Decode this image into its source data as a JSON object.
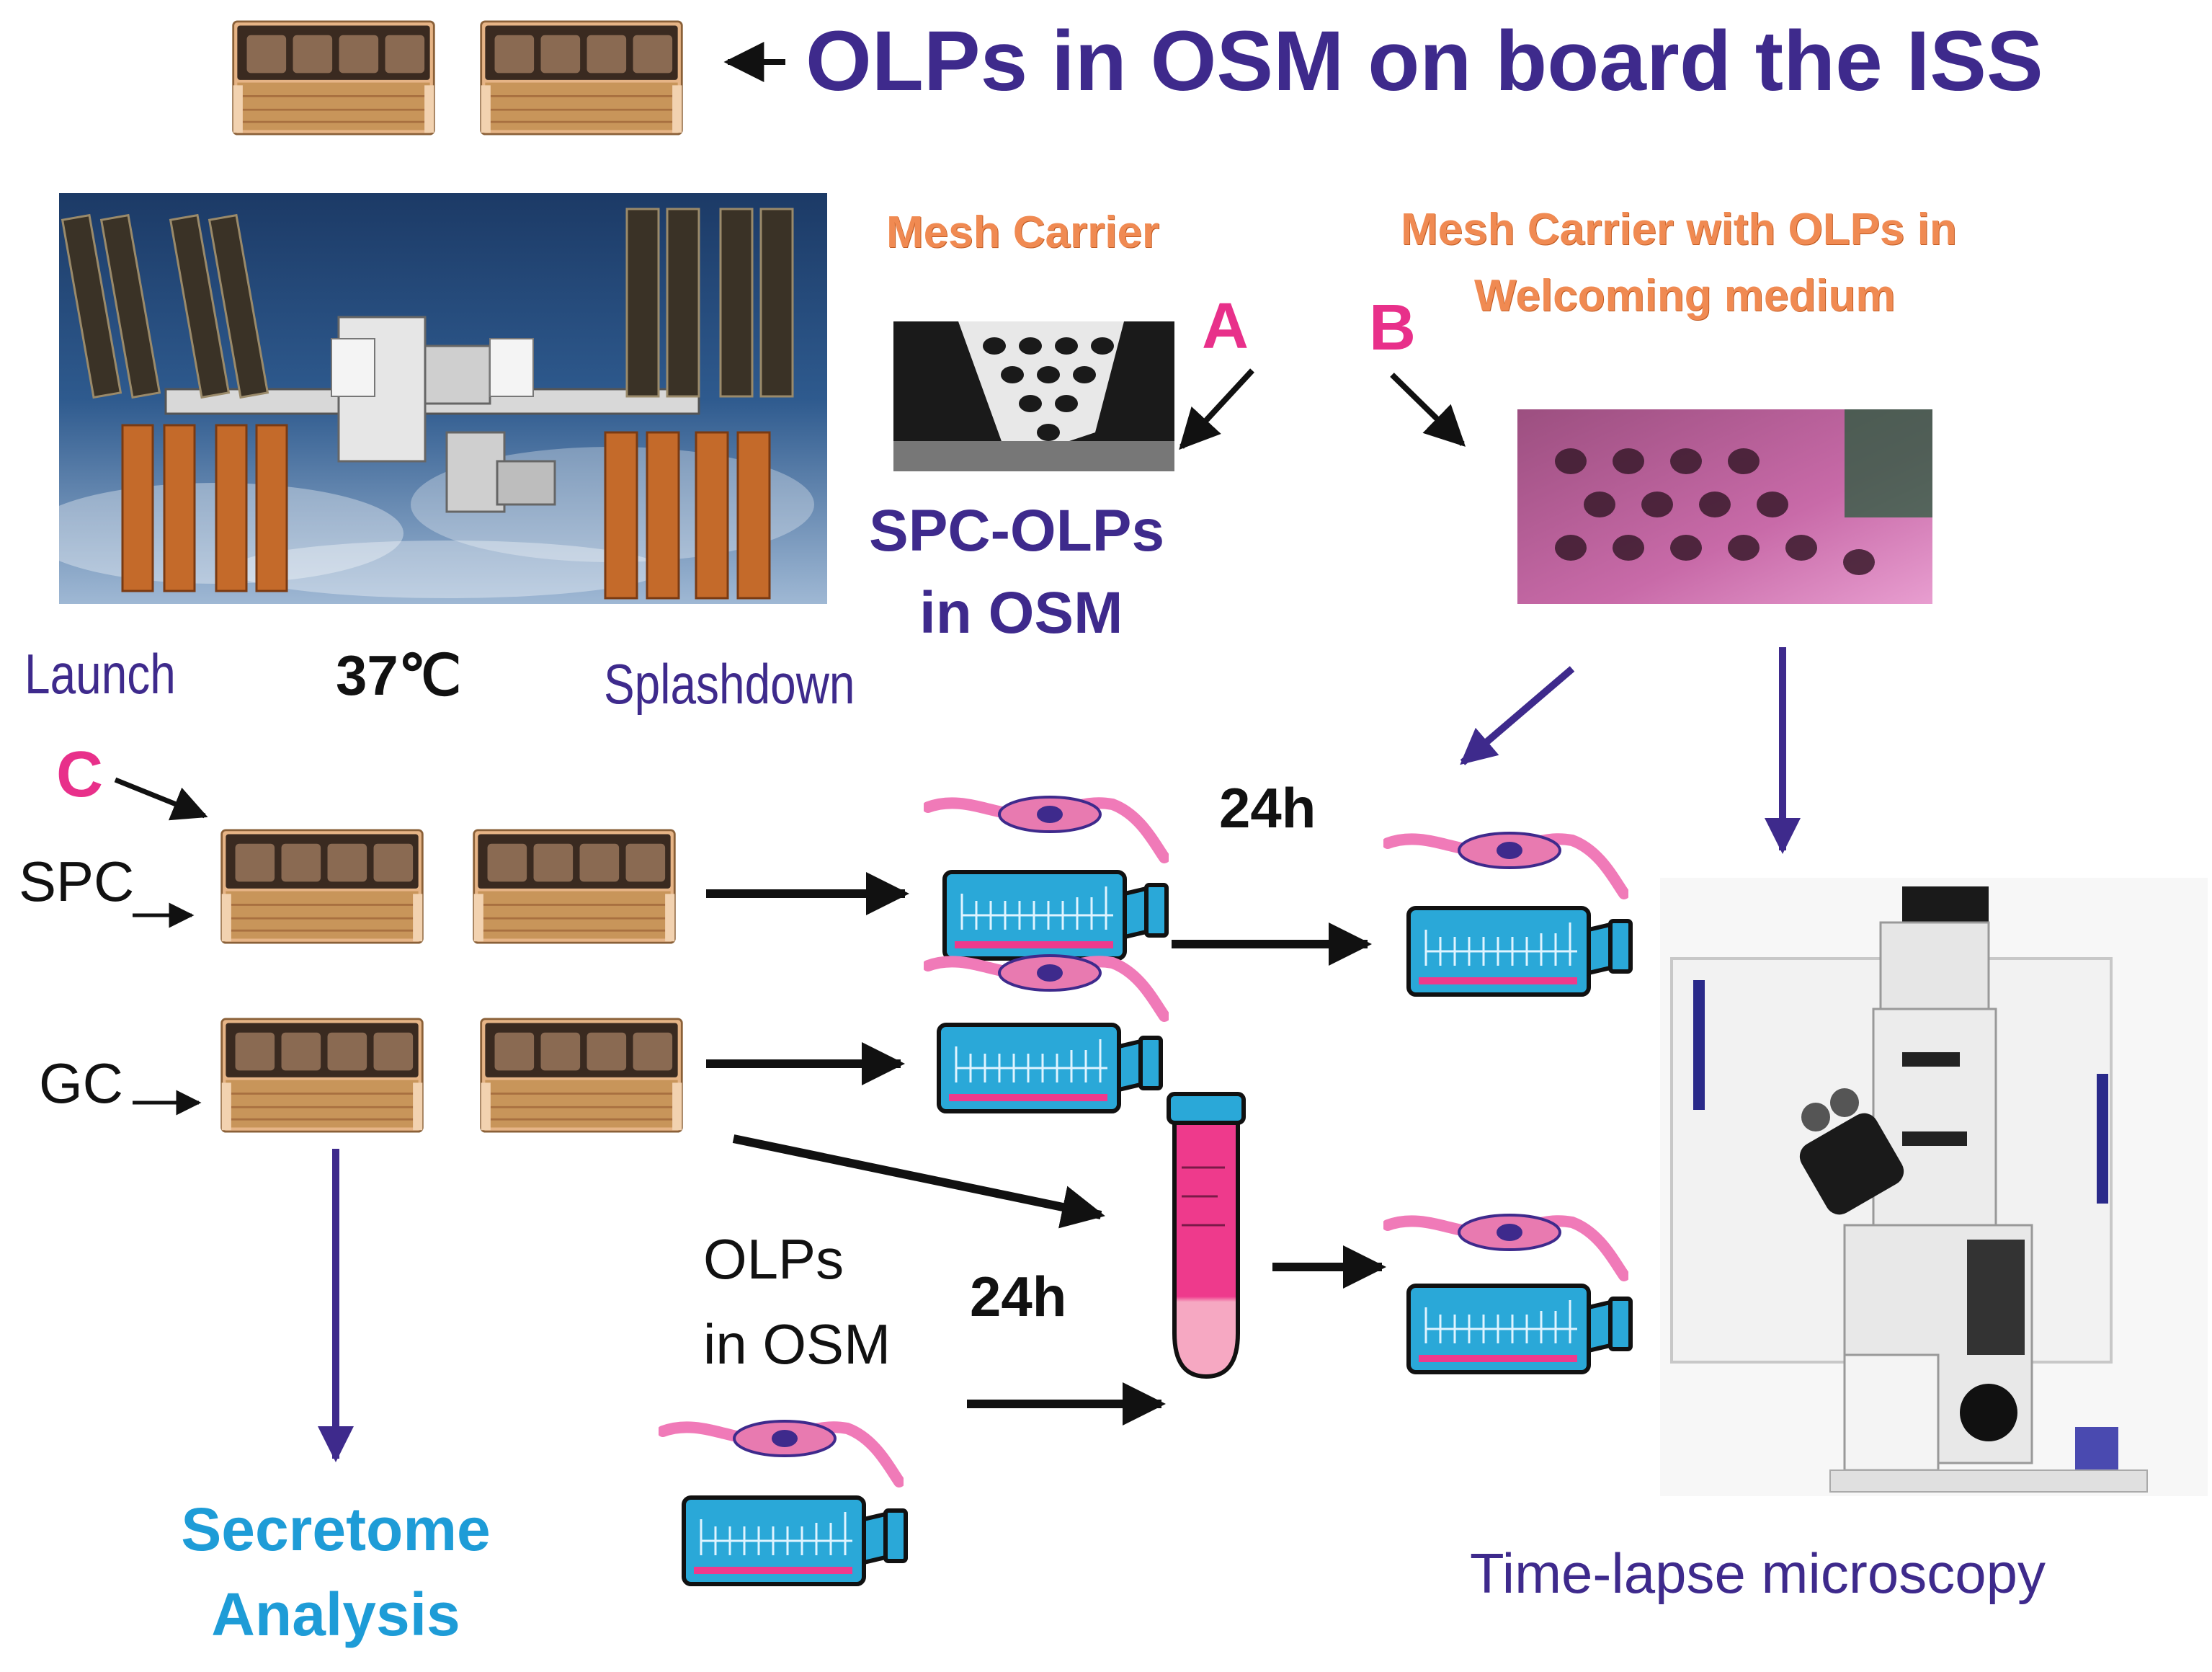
{
  "labels": {
    "title": "OLPs in OSM on board the ISS",
    "mesh_carrier": "Mesh Carrier",
    "mesh_carrier_olps_line1": "Mesh Carrier with OLPs in",
    "mesh_carrier_olps_line2": "Welcoming medium",
    "letter_a": "A",
    "letter_b": "B",
    "letter_c": "C",
    "spc_olps_line1": "SPC-OLPs",
    "spc_olps_line2": "in OSM",
    "launch": "Launch",
    "temperature": "37℃",
    "splashdown": "Splashdown",
    "spc": "SPC",
    "gc": "GC",
    "time_24h_top": "24h",
    "time_24h_bottom": "24h",
    "olps_in_osm_line1": "OLPs",
    "olps_in_osm_line2": "in OSM",
    "secretome_line1": "Secretome",
    "secretome_line2": "Analysis",
    "time_lapse": "Time-lapse microscopy"
  },
  "icons": [
    "culture-chamber-icon",
    "iss-photo",
    "mesh-carrier-photo",
    "pink-mesh-photo",
    "cell-icon",
    "culture-flask-icon",
    "centrifuge-tube-icon",
    "microscope-icon"
  ],
  "colors": {
    "title_purple": "#3e2a8c",
    "orange_text": "#f08a52",
    "pink_letter": "#e8308a",
    "secretome_blue": "#1e9cd7",
    "arrow_purple": "#3e2a8c",
    "arrow_black": "#111111",
    "flask_blue": "#2aa8d8",
    "cell_pink": "#f07ab8",
    "tube_pink": "#ee3a8c",
    "chamber_copper": "#c8955a"
  }
}
